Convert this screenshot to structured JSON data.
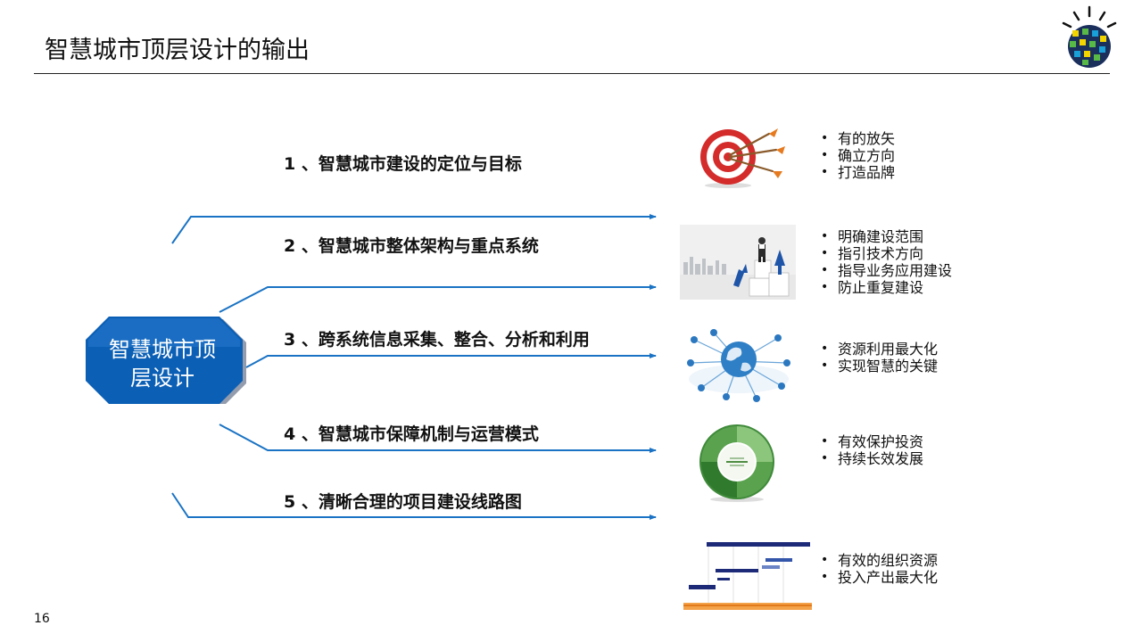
{
  "header": {
    "title": "智慧城市顶层设计的输出"
  },
  "hub": {
    "label_line1": "智慧城市顶",
    "label_line2": "层设计"
  },
  "items": [
    {
      "title": "1 、智慧城市建设的定位与目标",
      "image": "target-icon",
      "bullets": [
        "有的放矢",
        "确立方向",
        "打造品牌"
      ]
    },
    {
      "title": "2 、智慧城市整体架构与重点系统",
      "image": "businessman-arrows-image",
      "bullets": [
        "明确建设范围",
        "指引技术方向",
        "指导业务应用建设",
        "防止重复建设"
      ]
    },
    {
      "title": "3 、跨系统信息采集、整合、分析和利用",
      "image": "globe-network-image",
      "bullets": [
        "资源利用最大化",
        "实现智慧的关键"
      ]
    },
    {
      "title": "4 、智慧城市保障机制与运营模式",
      "image": "sustainable-cycle-image",
      "bullets": [
        "有效保护投资",
        "持续长效发展"
      ]
    },
    {
      "title": "5 、清晰合理的项目建设线路图",
      "image": "gantt-roadmap-image",
      "bullets": [
        "有效的组织资源",
        "投入产出最大化"
      ]
    }
  ],
  "colors": {
    "hub_fill": "#0b5fb5",
    "connector": "#1a73c4",
    "target_red": "#d42b2b",
    "cycle_green": "#3f8a3a",
    "gantt_navy": "#1c2a78"
  },
  "footer": {
    "page_number": "16"
  }
}
